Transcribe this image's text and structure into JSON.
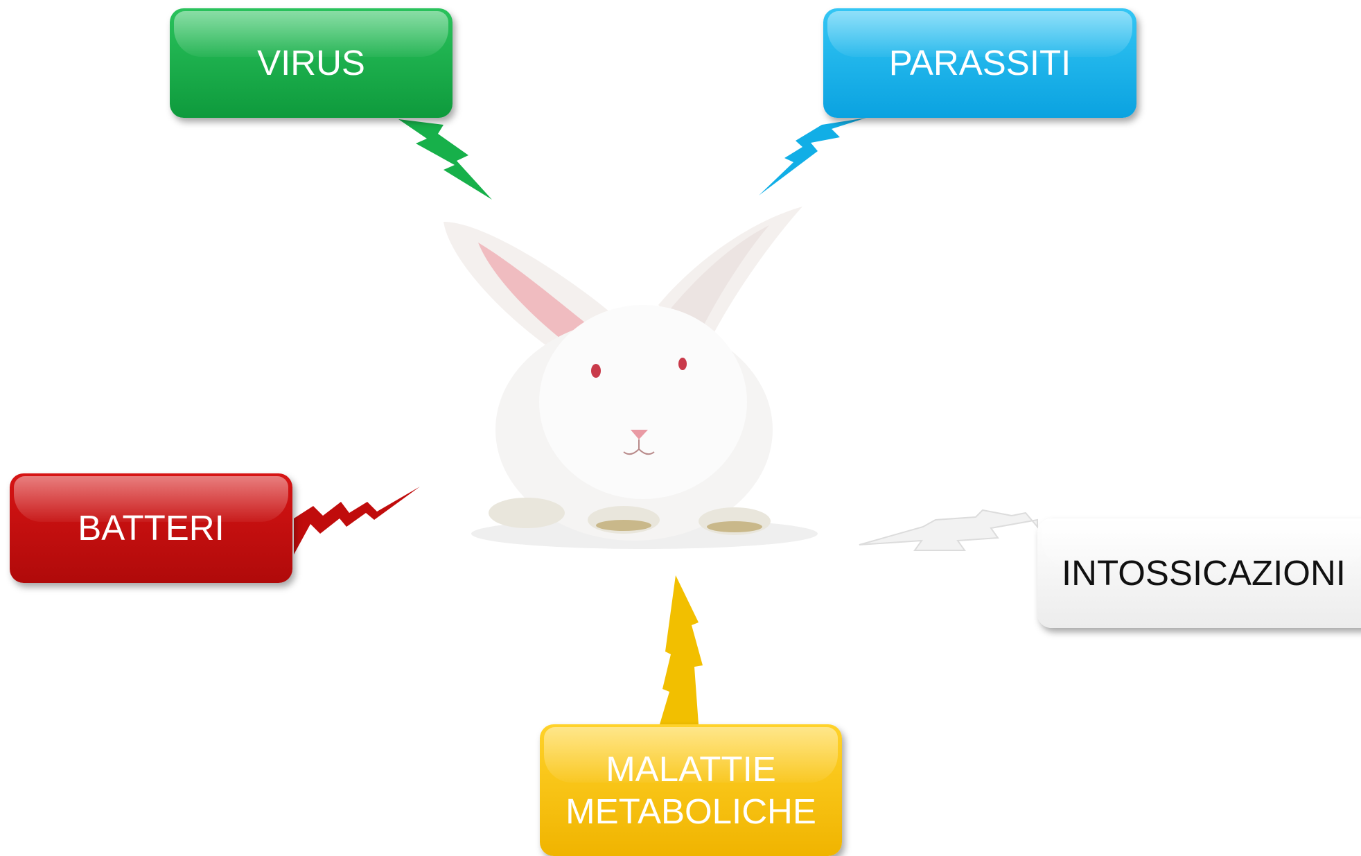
{
  "center_image": {
    "alt": "white rabbit",
    "icon": "rabbit-icon"
  },
  "causes": [
    {
      "key": "virus",
      "label": "VIRUS",
      "color": "#0ea23f"
    },
    {
      "key": "parassiti",
      "label": "PARASSITI",
      "color": "#0aa8e8"
    },
    {
      "key": "batteri",
      "label": "BATTERI",
      "color": "#c30e0e"
    },
    {
      "key": "intossicazioni",
      "label": "INTOSSICAZIONI",
      "color": "#f4f4f4"
    },
    {
      "key": "malattie",
      "label_lines": [
        "MALATTIE",
        "METABOLICHE"
      ],
      "color": "#f6c000"
    }
  ]
}
